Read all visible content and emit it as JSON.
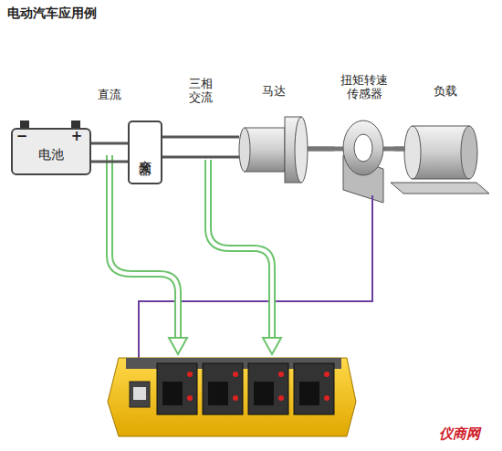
{
  "diagram": {
    "title": "电动汽车应用例",
    "nodes": [
      {
        "text": [
          "电池"
        ]
      },
      {
        "text": [
          "变频器"
        ]
      },
      {
        "text": [
          "马达"
        ]
      },
      {
        "text": [
          "扭矩转速 传感器"
        ]
      },
      {
        "text": [
          "负载"
        ]
      }
    ],
    "edges": [
      {
        "from": 0,
        "to": 1,
        "label": "直流",
        "arrow": "none"
      },
      {
        "from": 1,
        "to": 2,
        "label": "三相 交流",
        "arrow": "none"
      },
      {
        "from": 2,
        "to": 3,
        "arrow": "none"
      },
      {
        "from": 3,
        "to": 4,
        "arrow": "none"
      }
    ],
    "labels": [
      "−",
      "+",
      "仪商网"
    ]
  }
}
